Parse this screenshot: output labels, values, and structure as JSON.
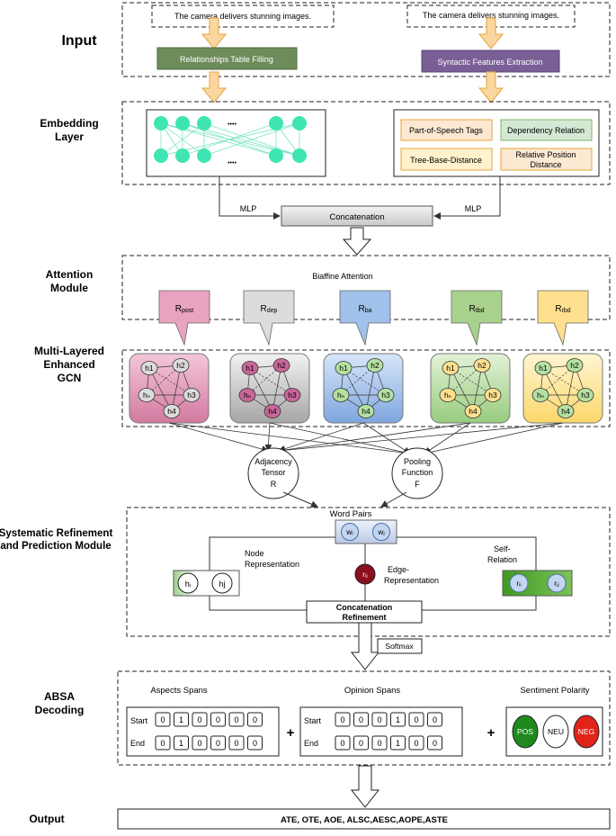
{
  "sections": {
    "input": "Input",
    "embedding_1": "Embedding",
    "embedding_2": "Layer",
    "attention_1": "Attention",
    "attention_2": "Module",
    "gcn_1": "Multi-Layered",
    "gcn_2": "Enhanced",
    "gcn_3": "GCN",
    "refine_1": "Systematic Refinement",
    "refine_2": "and Prediction Module",
    "absa_1": "ABSA",
    "absa_2": "Decoding",
    "output": "Output"
  },
  "input": {
    "sentence_left": "The camera delivers stunning images.",
    "sentence_right": "The camera delivers stunning images.",
    "rtf_label": "Relationships Table Filling",
    "sfe_label": "Syntactic Features Extraction"
  },
  "embedding": {
    "ellipsis_top": "••••",
    "ellipsis_bottom": "••••",
    "pos_tags": "Part-of-Speech Tags",
    "dep_rel": "Dependency Relation",
    "tree_dist": "Tree-Base-Distance",
    "rel_pos_1": "Relative Position",
    "rel_pos_2": "Distance",
    "mlp_left": "MLP",
    "mlp_right": "MLP",
    "concat": "Concatenation"
  },
  "attention": {
    "title": "Biaffine Attention",
    "callouts": [
      {
        "main": "R",
        "sub": "post",
        "fill": "#e7a3c0"
      },
      {
        "main": "R",
        "sub": "dep",
        "fill": "#dcdcdc"
      },
      {
        "main": "R",
        "sub": "ba",
        "fill": "#9fc1ea"
      },
      {
        "main": "R",
        "sub": "tbd",
        "fill": "#a9d18e"
      },
      {
        "main": "R",
        "sub": "rbd",
        "fill": "#ffe08f"
      }
    ]
  },
  "gcn": {
    "node_labels": [
      "h1",
      "h2",
      "h3",
      "h4",
      "hₙ"
    ],
    "graphs": [
      {
        "bg_top": "#f4c7d9",
        "bg_bottom": "#d27aa0",
        "node": "#dcdcdc"
      },
      {
        "bg_top": "#f2f2f2",
        "bg_bottom": "#a6a6a6",
        "node": "#c9669a"
      },
      {
        "bg_top": "#d7e6fa",
        "bg_bottom": "#7ea6dd",
        "node": "#b4e0a1"
      },
      {
        "bg_top": "#e3f2d7",
        "bg_bottom": "#98cb7e",
        "node": "#ffe08f"
      },
      {
        "bg_top": "#fff6d2",
        "bg_bottom": "#fbd76a",
        "node": "#b4e0a1"
      }
    ],
    "adjacency_1": "Adjacency",
    "adjacency_2": "Tensor",
    "adjacency_3": "R",
    "pooling_1": "Pooling",
    "pooling_2": "Function",
    "pooling_3": "F"
  },
  "refine": {
    "word_pairs": "Word Pairs",
    "wi": "wᵢ",
    "wj": "wⱼ",
    "node_rep_1": "Node",
    "node_rep_2": "Representation",
    "hi": "hᵢ",
    "hj": "hj",
    "rij_center": "rᵢⱼ",
    "edge_rep_1": "Edge-",
    "edge_rep_2": "Representation",
    "self_rel_1": "Self-",
    "self_rel_2": "Relation",
    "rii": "rᵢᵢ",
    "rjj": "rⱼⱼ",
    "concat_1": "Concatenation",
    "concat_2": "Refinement",
    "softmax": "Softmax",
    "colors": {
      "maroon": "#8b0f1f",
      "green": "#3f9a1f",
      "pill": "#c2d6f2"
    }
  },
  "absa": {
    "aspects_title": "Aspects Spans",
    "opinion_title": "Opinion Spans",
    "sentiment_title": "Sentiment Polarity",
    "start": "Start",
    "end": "End",
    "aspect_start": [
      "0",
      "1",
      "0",
      "0",
      "0",
      "0"
    ],
    "aspect_end": [
      "0",
      "1",
      "0",
      "0",
      "0",
      "0"
    ],
    "opinion_start": [
      "0",
      "0",
      "0",
      "1",
      "0",
      "0"
    ],
    "opinion_end": [
      "0",
      "0",
      "0",
      "1",
      "0",
      "0"
    ],
    "plus_1": "+",
    "plus_2": "+",
    "pos": "POS",
    "neu": "NEU",
    "neg": "NEG",
    "colors": {
      "pos": "#1e8a1e",
      "neu": "#ffffff",
      "neg": "#e0241a"
    }
  },
  "output": {
    "tasks": "ATE, OTE, AOE, ALSC,AESC,AOPE,ASTE"
  }
}
